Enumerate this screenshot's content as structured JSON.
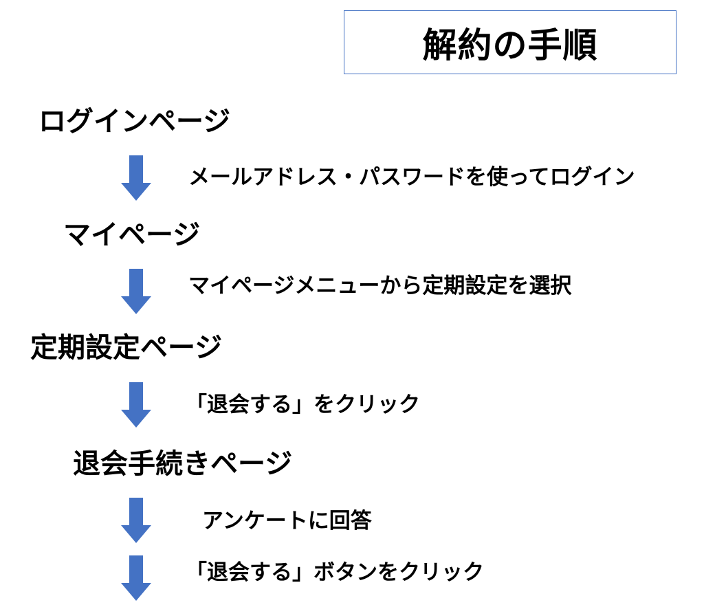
{
  "title": "解約の手順",
  "colors": {
    "arrow_fill": "#4472c4",
    "title_border": "#4472c4",
    "text": "#000000"
  },
  "steps": [
    {
      "page": "ログインページ",
      "action": "メールアドレス・パスワードを使ってログイン"
    },
    {
      "page": "マイページ",
      "action": "マイページメニューから定期設定を選択"
    },
    {
      "page": "定期設定ページ",
      "action": "「退会する」をクリック"
    },
    {
      "page": "退会手続きページ",
      "action": "アンケートに回答"
    }
  ],
  "final_action": "「退会する」ボタンをクリック",
  "icons": [
    "arrow-down-icon"
  ]
}
